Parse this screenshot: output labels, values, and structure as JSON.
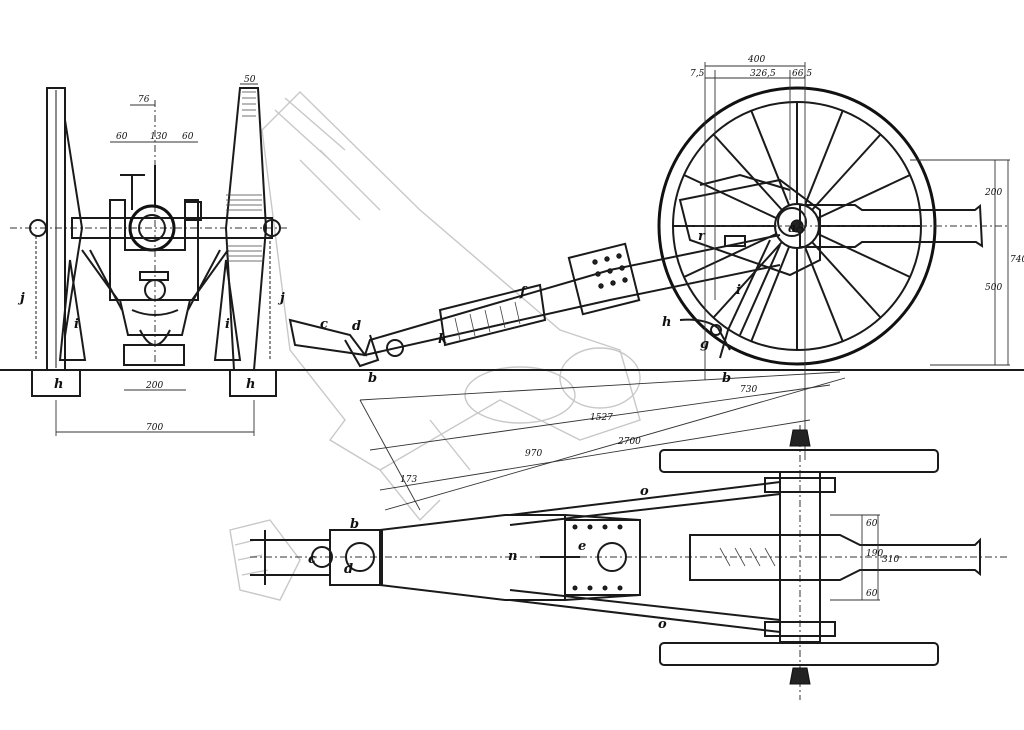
{
  "letters": {
    "a": "a",
    "b": "b",
    "c": "c",
    "d": "d",
    "e": "e",
    "f": "f",
    "g": "g",
    "h": "h",
    "i": "i",
    "j": "j",
    "k": "k",
    "n": "n",
    "o": "o",
    "r": "r"
  },
  "dims": {
    "d76": "76",
    "d60a": "60",
    "d130": "130",
    "d60b": "60",
    "d50": "50",
    "d200": "200",
    "d700": "700",
    "d400": "400",
    "d75": "7,5",
    "d3265": "326,5",
    "d665": "66,5",
    "d200r": "200",
    "d740": "740",
    "d500": "500",
    "d730": "730",
    "d1527": "1527",
    "d2700": "2700",
    "d970": "970",
    "d173": "173",
    "p60a": "60",
    "p190": "190",
    "p310": "310",
    "p60b": "60"
  }
}
